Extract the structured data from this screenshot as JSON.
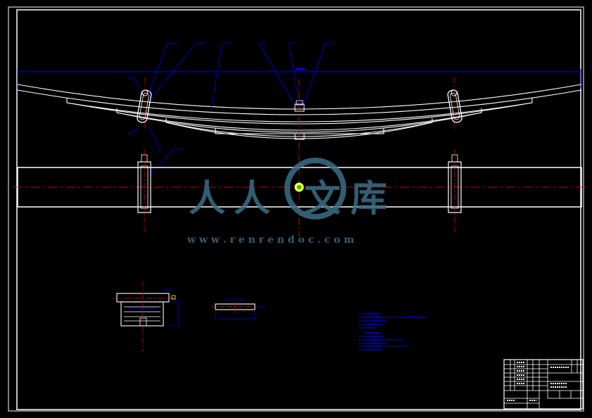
{
  "watermark": {
    "glyphs": [
      "人",
      "人",
      "文",
      "库"
    ],
    "url": "w w w . r e n r e n d o c . c o m"
  },
  "colors": {
    "background": "#000000",
    "outline": "#ffffff",
    "dimension": "#0000ff",
    "centerline": "#ff0000",
    "watermark": "#3b6f86",
    "accent": "#ffff00",
    "bushing": "#00ff00"
  }
}
